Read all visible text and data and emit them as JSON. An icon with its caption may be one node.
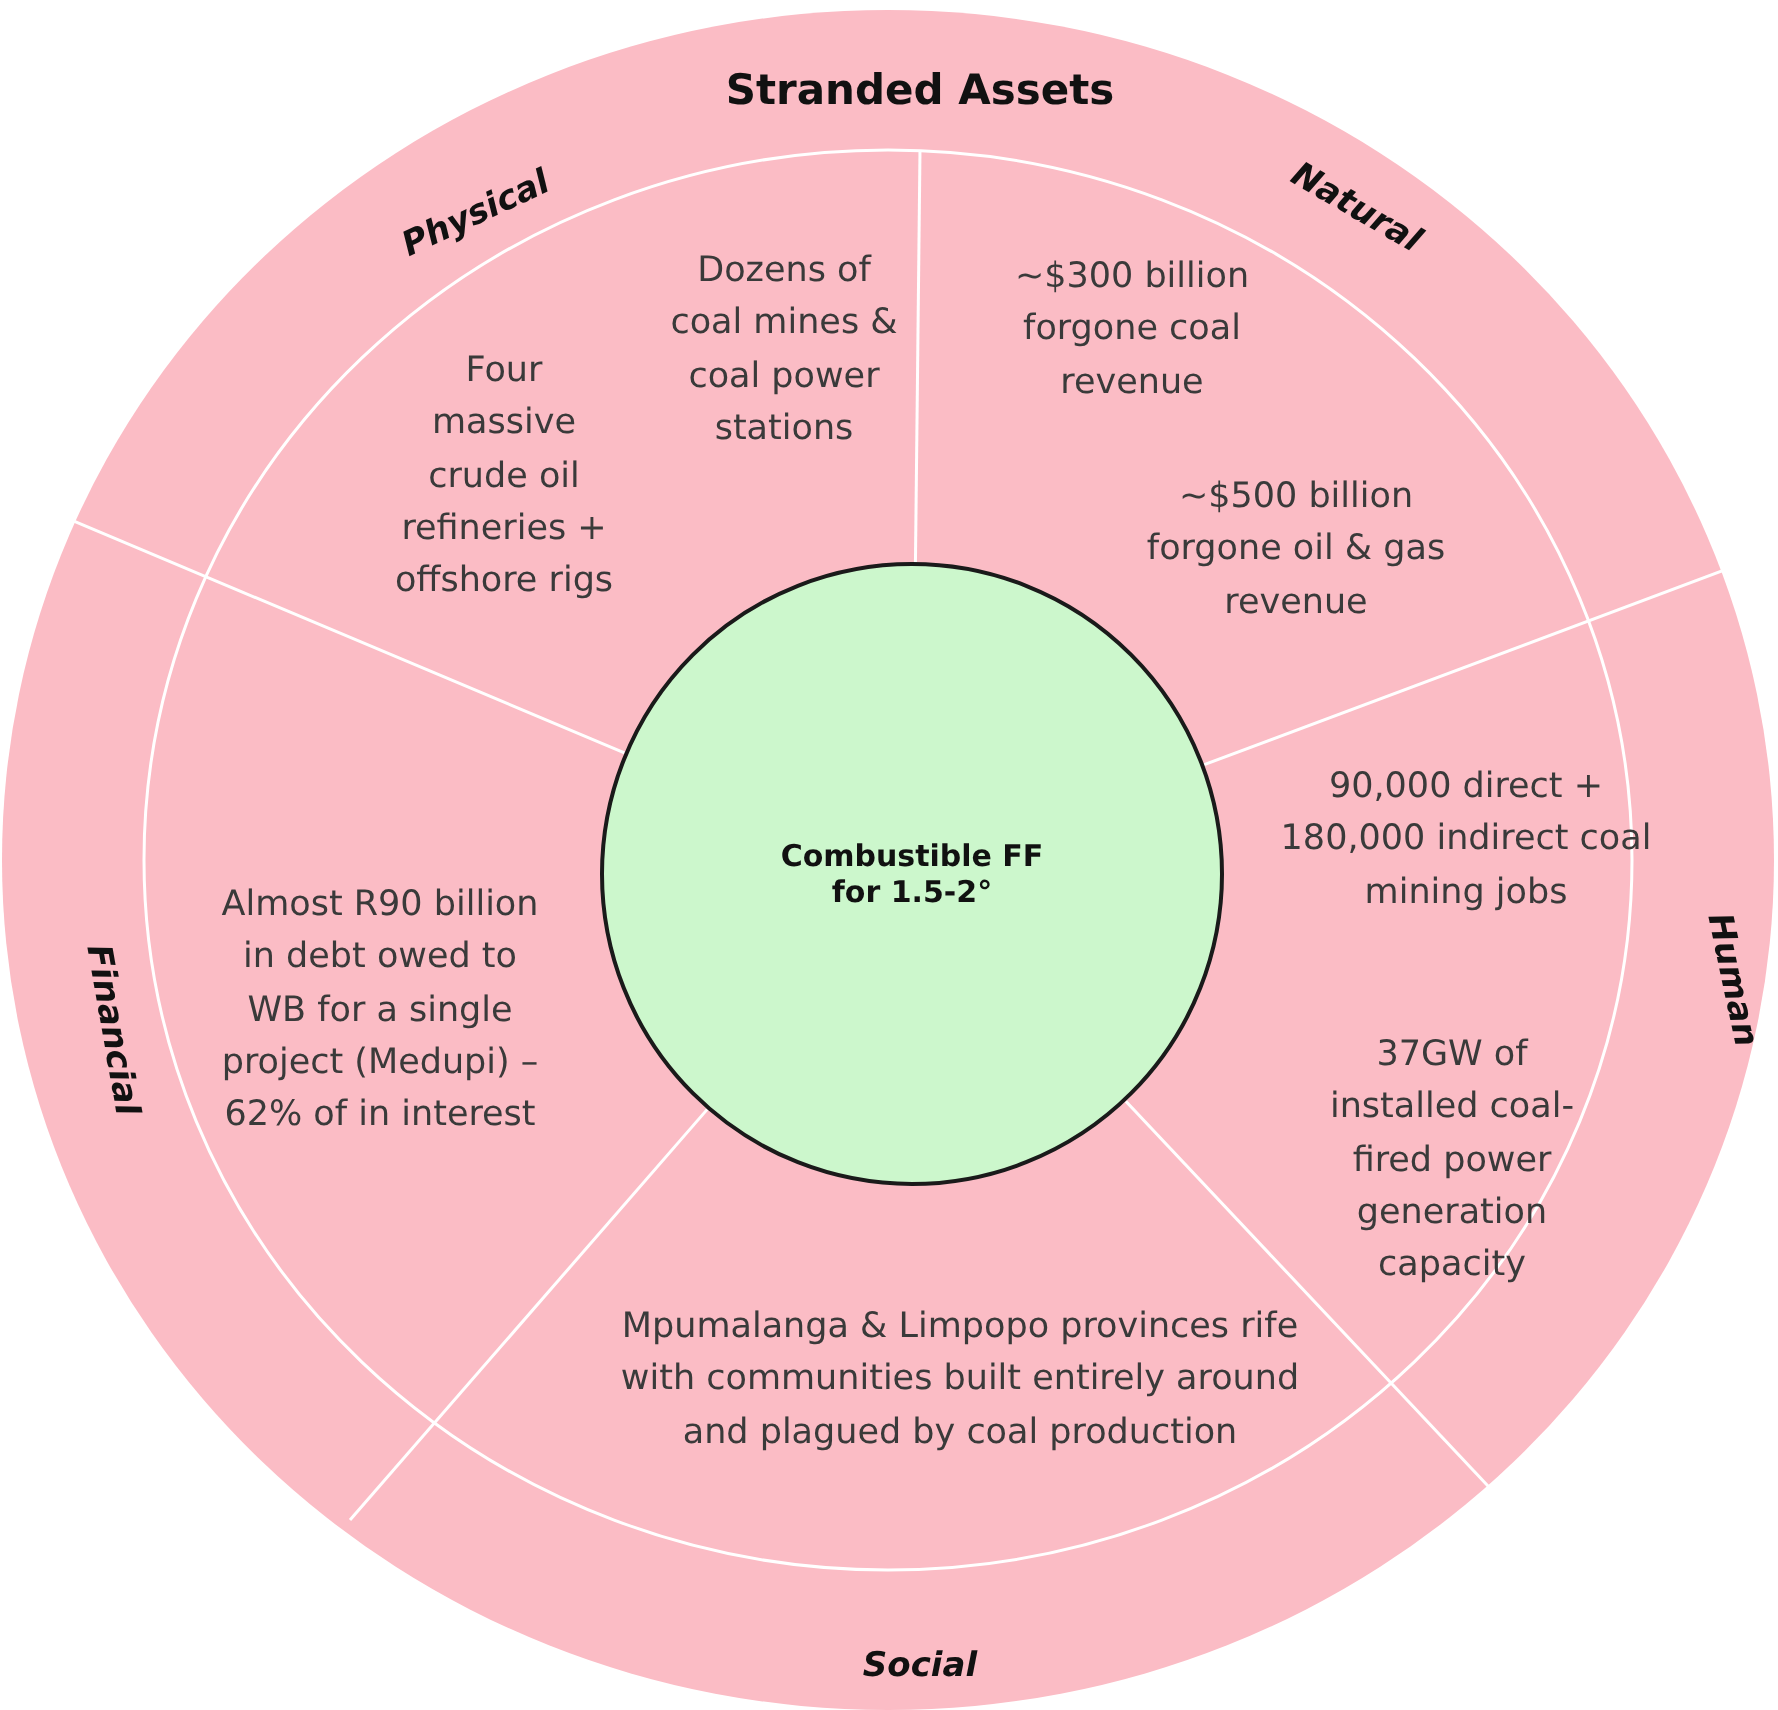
{
  "diagram": {
    "nodes": [
      {
        "text": [
          "Stranded Assets"
        ]
      },
      {
        "text": [
          "Combustible FF for 1.5-2°"
        ],
        "in": 0
      },
      {
        "text": [
          "Physical",
          "Dozens of coal mines & coal power stations",
          "Four massive crude oil refineries + offshore rigs"
        ],
        "in": 0
      },
      {
        "text": [
          "Natural",
          "~$300 billion forgone coal revenue",
          "~$500 billion forgone oil & gas revenue"
        ],
        "in": 0
      },
      {
        "text": [
          "Human",
          "90,000 direct + 180,000 indirect coal mining jobs",
          "37GW of installed coal-fired power generation capacity"
        ],
        "in": 0
      },
      {
        "text": [
          "Mpumalanga & Limpopo provinces rife with communities built entirely around and plagued by coal production",
          "Social"
        ],
        "in": 0
      },
      {
        "text": [
          "Financial",
          "Almost R90 billion in debt owed to WB for a single project (Medupi) – 62% of in interest"
        ],
        "in": 0
      }
    ]
  }
}
